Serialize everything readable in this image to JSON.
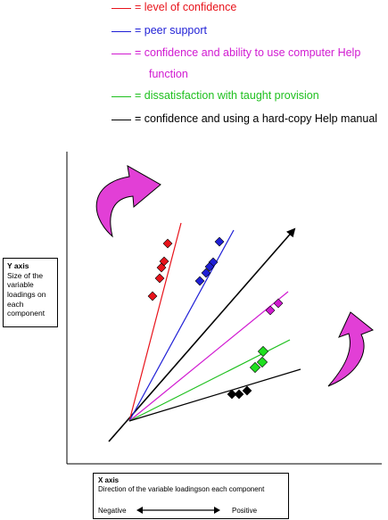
{
  "legend": [
    {
      "text": "= level of confidence",
      "color": "#e8131b"
    },
    {
      "text": "= peer support",
      "color": "#1f1fd6"
    },
    {
      "text": "= confidence and ability to use computer Help",
      "continuation": "function",
      "color": "#d11ad1"
    },
    {
      "text": "= dissatisfaction with taught provision",
      "color": "#1fc01f"
    },
    {
      "text": "= confidence and using a hard-copy Help manual",
      "color": "#000000"
    }
  ],
  "y_axis_box": {
    "title": "Y axis",
    "description": "Size of the variable loadings on each component"
  },
  "x_axis_box": {
    "title": "X axis",
    "description": "Direction of the variable loadingson each component",
    "negative": "Negative",
    "positive": "Positive"
  },
  "colors": {
    "red": "#e8131b",
    "blue": "#1f1fd6",
    "magenta": "#d11ad1",
    "green": "#1fc01f",
    "black": "#000000",
    "rotate_arrow_fill": "#e23fd6"
  },
  "icons": [
    "rotation-arrow-icon",
    "diamond-marker-icon",
    "double-headed-arrow-icon"
  ]
}
